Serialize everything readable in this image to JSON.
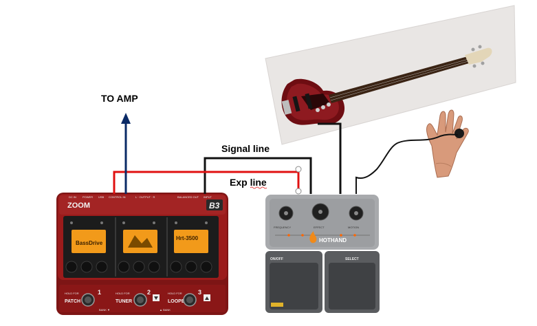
{
  "labels": {
    "to_amp": "TO AMP",
    "signal_line": "Signal line",
    "exp_line": "Exp line"
  },
  "multi_effect": {
    "brand": "ZOOM",
    "model": "B3",
    "screens": [
      "BassDrive",
      "",
      "Hrt-3500"
    ],
    "jack_labels": [
      "DC IN",
      "POWER",
      "USB",
      "CONTROL IN",
      "L · OUTPUT · R",
      "BALANCED OUT",
      "INPUT"
    ],
    "footswitches": [
      {
        "hold": "HOLD FOR",
        "name": "PATCH",
        "number": "1"
      },
      {
        "hold": "HOLD FOR",
        "name": "TUNER",
        "number": "2"
      },
      {
        "hold": "HOLD FOR",
        "name": "LOOPER",
        "number": "3"
      }
    ],
    "bank_labels": [
      "BANK ▼",
      "▲ BANK"
    ]
  },
  "expression_pedal": {
    "brand": "HOTHAND",
    "knobs": [
      "FREQUENCY",
      "EFFECT",
      "MOTION"
    ],
    "switches": [
      "ON/OFF",
      "SELECT"
    ]
  },
  "colors": {
    "signal_line": "#111111",
    "exp_line": "#e01010",
    "amp_arrow": "#0a2a66",
    "zoom_body": "#9b1b1b",
    "pedal_body": "#a8aaad"
  }
}
